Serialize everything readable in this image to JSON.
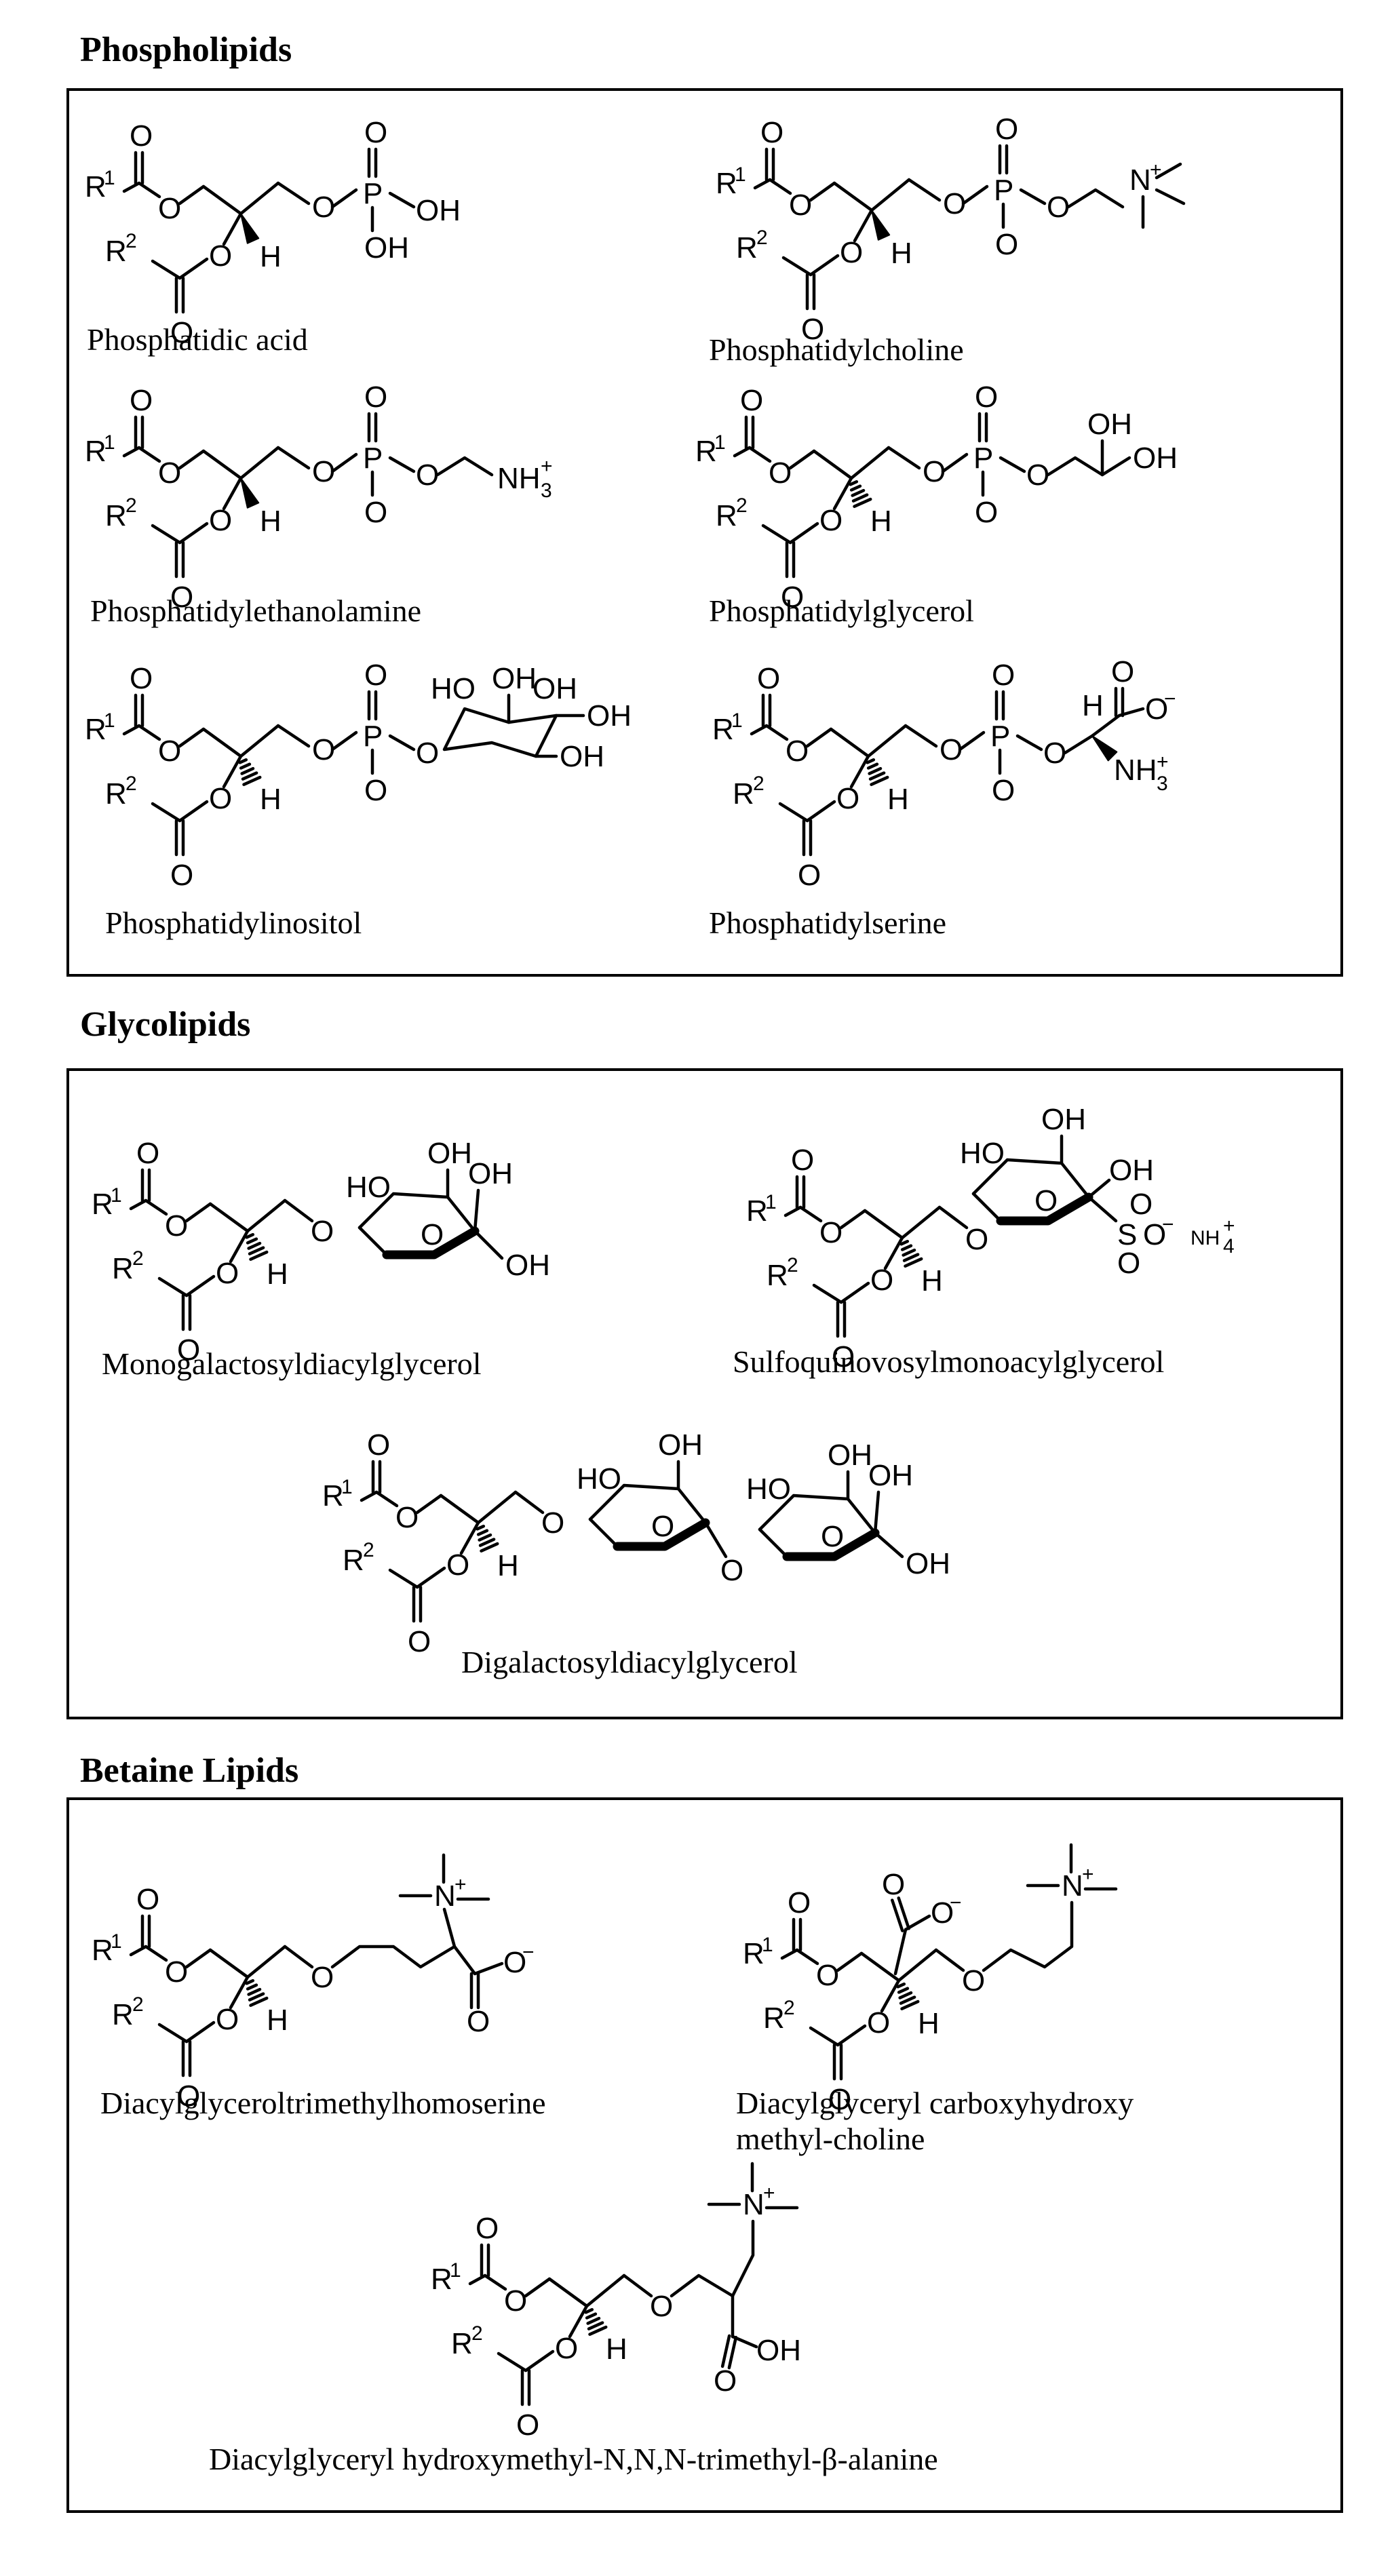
{
  "sections": [
    {
      "title": "Phospholipids",
      "compounds": [
        {
          "name": "Phosphatidic acid",
          "head": [
            "O",
            "P",
            "OH",
            "O",
            "O"
          ]
        },
        {
          "name": "Phosphatidylcholine",
          "head": [
            "O",
            "P",
            "O",
            "O",
            "N",
            "+",
            "O"
          ]
        },
        {
          "name": "Phosphatidylethanolamine",
          "head": [
            "O",
            "P",
            "O",
            "O",
            "NH",
            "3",
            "+",
            "O"
          ]
        },
        {
          "name": "Phosphatidylglycerol",
          "head": [
            "O",
            "P",
            "O",
            "O",
            "OH",
            "OH",
            "O"
          ]
        },
        {
          "name": "Phosphatidylinositol",
          "head": [
            "O",
            "P",
            "O",
            "O",
            "HO",
            "OH",
            "OH",
            "OH",
            "OH",
            "O"
          ]
        },
        {
          "name": "Phosphatidylserine",
          "head": [
            "O",
            "P",
            "O",
            "O",
            "H",
            "O",
            "O",
            "−",
            "NH",
            "3",
            "+",
            "O"
          ]
        }
      ]
    },
    {
      "title": "Glycolipids",
      "compounds": [
        {
          "name": "Monogalactosyldiacylglycerol",
          "head": [
            "O",
            "O",
            "HO",
            "OH",
            "OH",
            "OH"
          ]
        },
        {
          "name": "Sulfoquinovosylmonoacylglycerol",
          "head": [
            "O",
            "O",
            "HO",
            "OH",
            "OH",
            "S",
            "O",
            "O",
            "O",
            "−",
            "NH",
            "4",
            "+"
          ]
        },
        {
          "name": "Digalactosyldiacylglycerol",
          "head": [
            "O",
            "O",
            "HO",
            "OH",
            "O",
            "O",
            "HO",
            "OH",
            "OH",
            "OH"
          ]
        }
      ]
    },
    {
      "title": "Betaine Lipids",
      "compounds": [
        {
          "name": "Diacylglyceroltrimethylhomoserine",
          "head": [
            "O",
            "N",
            "+",
            "O",
            "O",
            "−"
          ]
        },
        {
          "name": "Diacylglyceryl carboxyhydroxy\nmethyl-choline",
          "line1": "Diacylglyceryl carboxyhydroxy",
          "line2": "methyl-choline",
          "head": [
            "O",
            "O",
            "−",
            "O",
            "N",
            "+"
          ]
        },
        {
          "name": "Diacylglyceryl hydroxymethyl-N,N,N-trimethyl-β-alanine",
          "head": [
            "O",
            "N",
            "+",
            "O",
            "OH"
          ]
        }
      ]
    }
  ],
  "glycerol_labels": [
    "R",
    "1",
    "O",
    "O",
    "R",
    "2",
    "O",
    "O",
    "H"
  ],
  "charge_minus": "−"
}
